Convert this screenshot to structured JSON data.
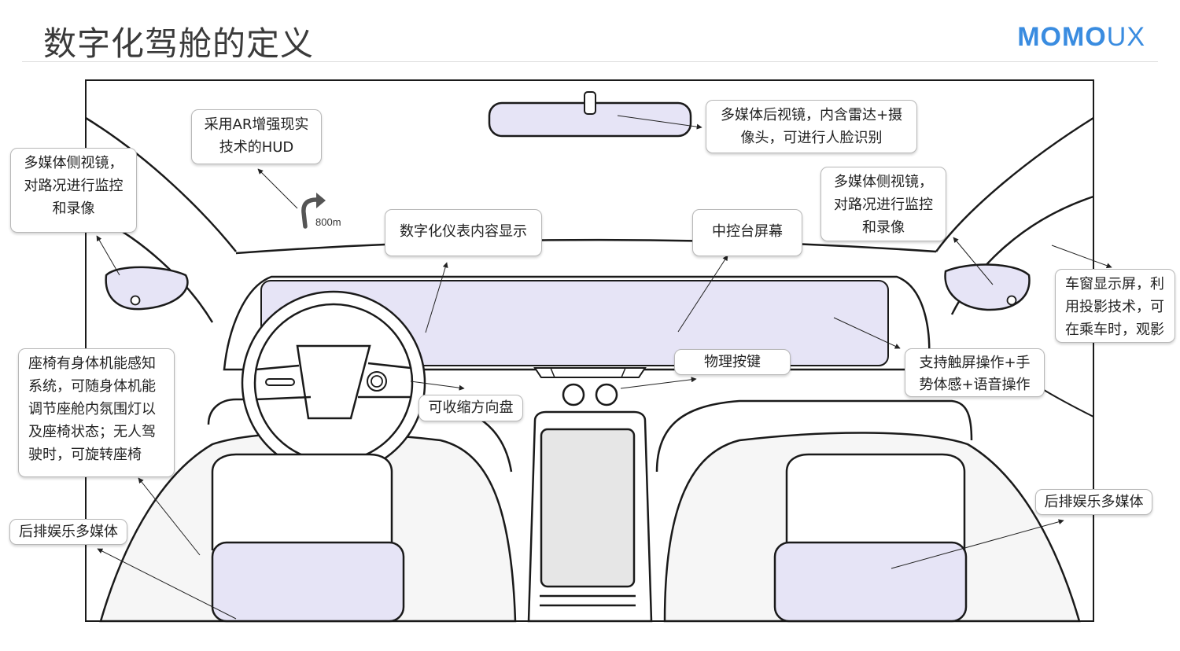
{
  "header": {
    "title": "数字化驾舱的定义",
    "logo_main": "MOMO",
    "logo_suffix": "UX"
  },
  "hud_sign": {
    "distance": "800m"
  },
  "callouts": {
    "side_mirror_left": "多媒体侧视镜，\n对路况进行监控\n和录像",
    "ar_hud": "采用AR增强现实\n技术的HUD",
    "rear_mirror": "多媒体后视镜，内含雷达+摄\n像头，可进行人脸识别",
    "side_mirror_right": "多媒体侧视镜，\n对路况进行监控\n和录像",
    "digital_cluster": "数字化仪表内容显示",
    "center_console_screen": "中控台屏幕",
    "window_display": "车窗显示屏，利\n用投影技术，可\n在乘车时，观影",
    "seat_system": "座椅有身体机能感知\n系统，可随身体机能\n调节座舱内氛围灯以\n及座椅状态；无人驾\n驶时，可旋转座椅",
    "physical_buttons": "物理按键",
    "touch_gesture_voice": "支持触屏操作+手\n势体感+语音操作",
    "retractable_wheel": "可收缩方向盘",
    "rear_entertainment_left": "后排娱乐多媒体",
    "rear_entertainment_right": "后排娱乐多媒体"
  },
  "colors": {
    "accent": "#3a8ce0",
    "screen_fill": "#e6e4f6",
    "line": "#1a1a1a",
    "seat_fill": "#f6f6f6"
  }
}
